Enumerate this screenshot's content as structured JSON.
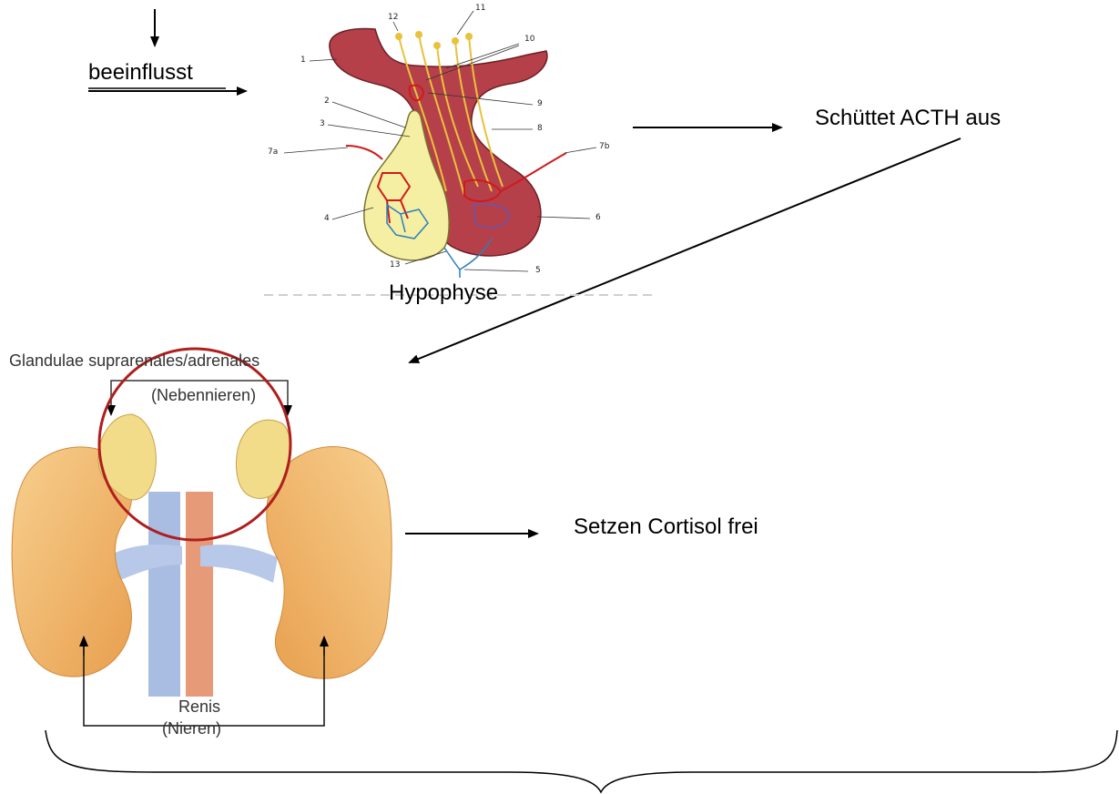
{
  "flow": {
    "influences_label": "beeinflusst",
    "acth_label": "Schüttet ACTH aus",
    "cortisol_label": "Setzen Cortisol frei"
  },
  "pituitary": {
    "caption": "Hypophyse",
    "numbers": [
      "1",
      "2",
      "3",
      "4",
      "5",
      "6",
      "7a",
      "7b",
      "8",
      "9",
      "10",
      "11",
      "12",
      "13"
    ]
  },
  "kidneys": {
    "glands_title": "Glandulae suprarenales/adrenales",
    "glands_sub": "(Nebennieren)",
    "kidneys_title": "Renis",
    "kidneys_sub": "(Nieren)"
  },
  "colors": {
    "pituitary_posterior": "#b5404a",
    "pituitary_anterior": "#f4efa2",
    "vessel_red": "#d01a1a",
    "vessel_blue": "#2a7dc0",
    "nerve_yellow": "#e8c23b",
    "kidney": "#f3b56a",
    "gland": "#f2dc8a",
    "highlight_circle": "#b01e1e"
  }
}
